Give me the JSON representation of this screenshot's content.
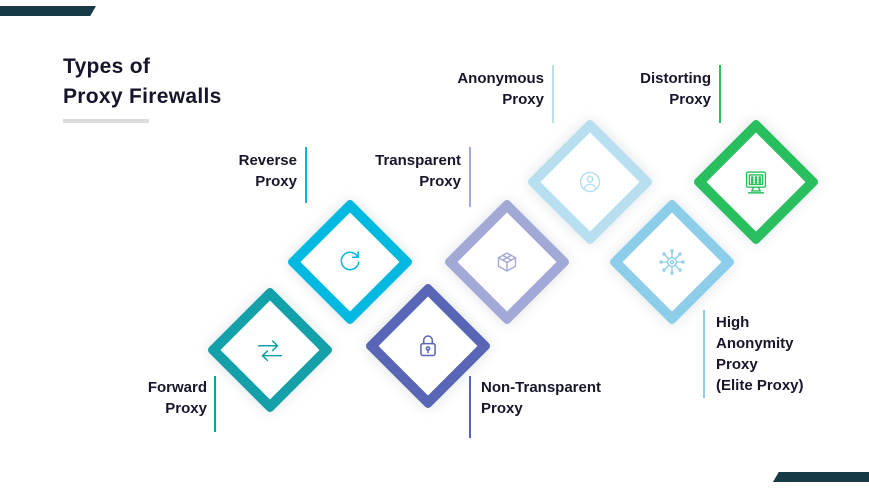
{
  "title": {
    "line1": "Types of",
    "line2": "Proxy Firewalls"
  },
  "accent": {
    "corner_color": "#163a47",
    "underline_color": "#dcdcdc",
    "text_color": "#17172b"
  },
  "items": [
    {
      "label": "Forward\nProxy",
      "color": "#14a0a8",
      "icon": "swap-arrows-icon"
    },
    {
      "label": "Reverse\nProxy",
      "color": "#00b9e0",
      "icon": "refresh-arrows-icon"
    },
    {
      "label": "Non-Transparent\nProxy",
      "color": "#5966b5",
      "icon": "padlock-icon"
    },
    {
      "label": "Transparent\nProxy",
      "color": "#a3a9d6",
      "icon": "cube-icon"
    },
    {
      "label": "Anonymous\nProxy",
      "color": "#b8dff0",
      "icon": "person-icon"
    },
    {
      "label": "High\nAnonymity\nProxy\n(Elite Proxy)",
      "color": "#8ccde9",
      "icon": "chip-icon"
    },
    {
      "label": "Distorting\nProxy",
      "color": "#2abf5e",
      "icon": "computer-icon"
    }
  ]
}
